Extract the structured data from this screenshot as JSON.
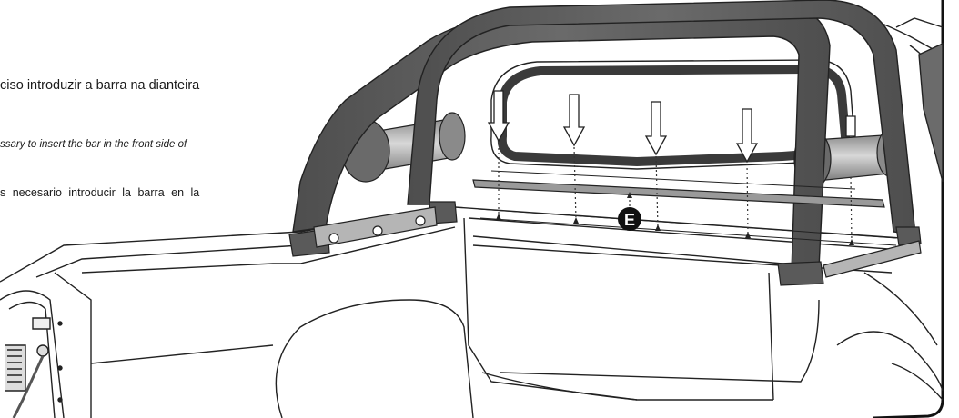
{
  "instructions": {
    "pt": "ciso introduzir a barra na dianteira",
    "en": "ssary to insert the bar in the front side of",
    "es": "s necesario introducir la barra en la"
  },
  "callout": {
    "label": "E"
  },
  "colors": {
    "bar_dark": "#5a5a5a",
    "bar_light": "#a6a6a6",
    "line": "#222222",
    "background": "#ffffff"
  }
}
